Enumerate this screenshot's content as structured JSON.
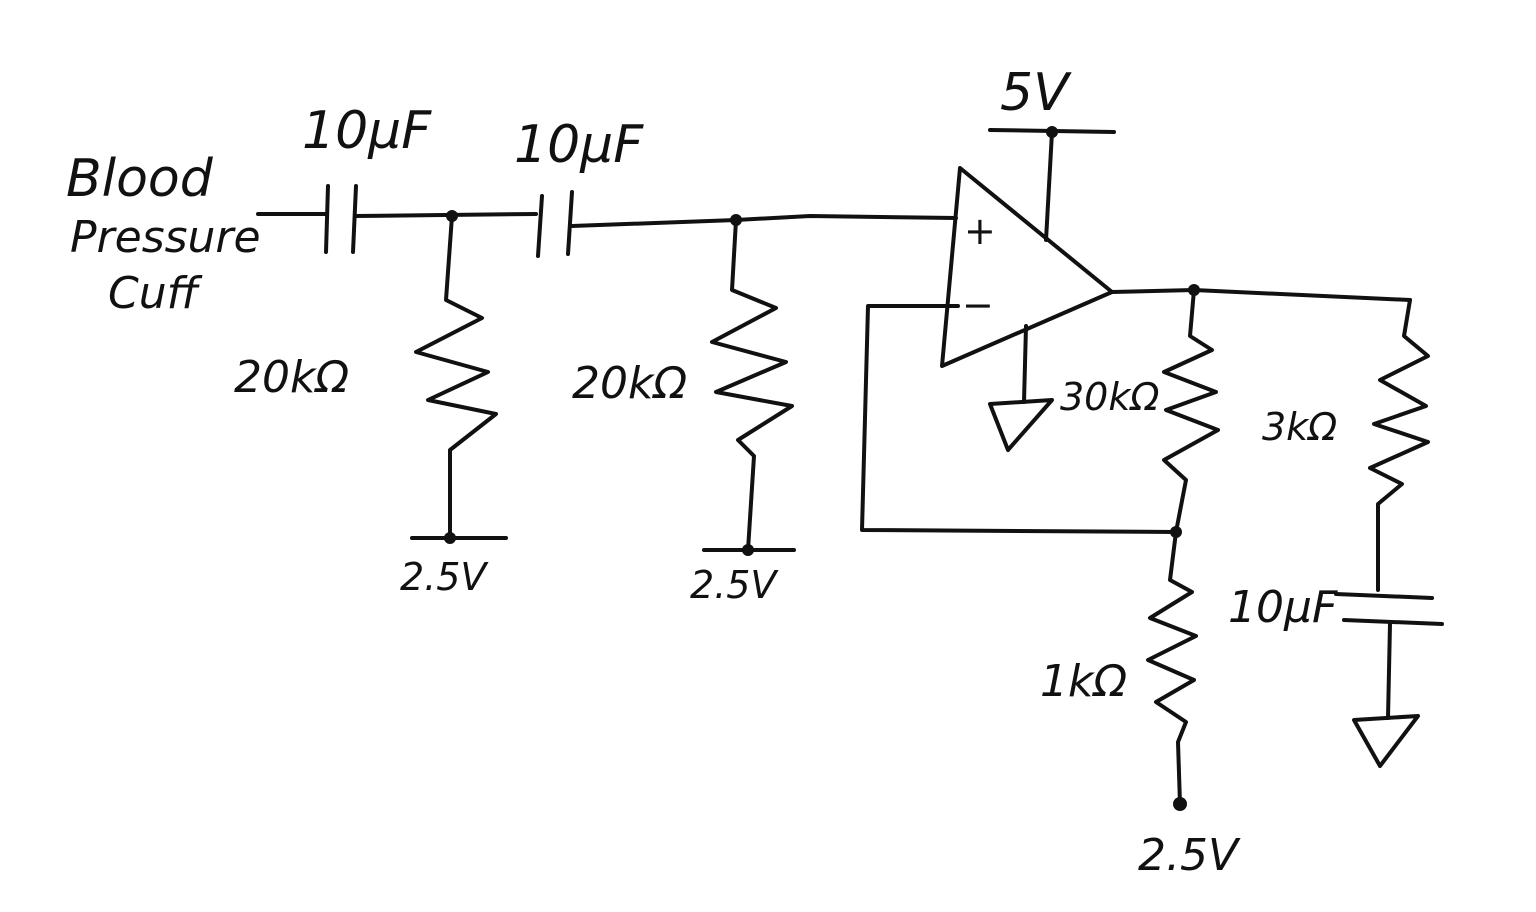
{
  "input": {
    "line1": "Blood",
    "line2": "Pressure",
    "line3": "Cuff"
  },
  "components": {
    "c1": "10μF",
    "c2": "10μF",
    "r1": "20kΩ",
    "r2": "20kΩ",
    "r1_ref": "2.5V",
    "r2_ref": "2.5V",
    "supply": "5V",
    "rf": "30kΩ",
    "rg": "1kΩ",
    "rg_ref": "2.5V",
    "r_out": "3kΩ",
    "c_out": "10μF"
  },
  "opamp": {
    "plus": "+",
    "minus": "−"
  },
  "colors": {
    "ink": "#111111",
    "background": "#ffffff"
  }
}
